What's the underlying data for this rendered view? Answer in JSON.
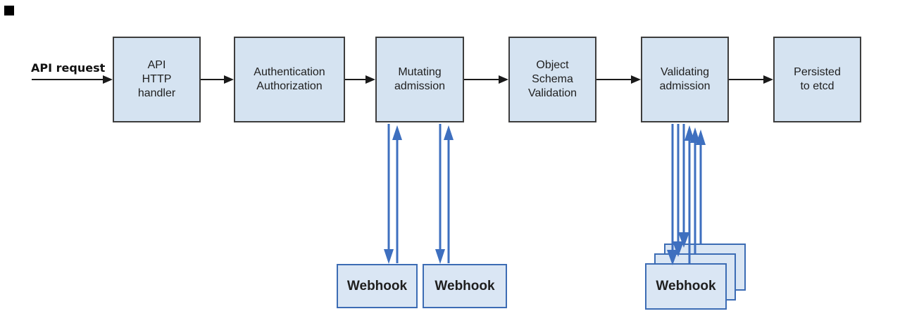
{
  "diagram": {
    "entry_label": "API request",
    "nodes": [
      {
        "id": "api-http-handler",
        "label": "API\nHTTP\nhandler"
      },
      {
        "id": "authentication-authorization",
        "label": "Authentication\nAuthorization"
      },
      {
        "id": "mutating-admission",
        "label": "Mutating\nadmission"
      },
      {
        "id": "object-schema-validation",
        "label": "Object\nSchema\nValidation"
      },
      {
        "id": "validating-admission",
        "label": "Validating\nadmission"
      },
      {
        "id": "persisted-to-etcd",
        "label": "Persisted\nto etcd"
      }
    ],
    "webhooks": {
      "mutating_1": "Webhook",
      "mutating_2": "Webhook",
      "validating_front": "Webhook"
    },
    "colors": {
      "node_fill": "#d5e3f1",
      "node_border": "#3d3d3d",
      "webhook_fill": "#dae6f4",
      "webhook_border": "#3c6cb4",
      "flow_arrow": "#1a1a1a",
      "webhook_arrow": "#3e6fbf"
    }
  }
}
